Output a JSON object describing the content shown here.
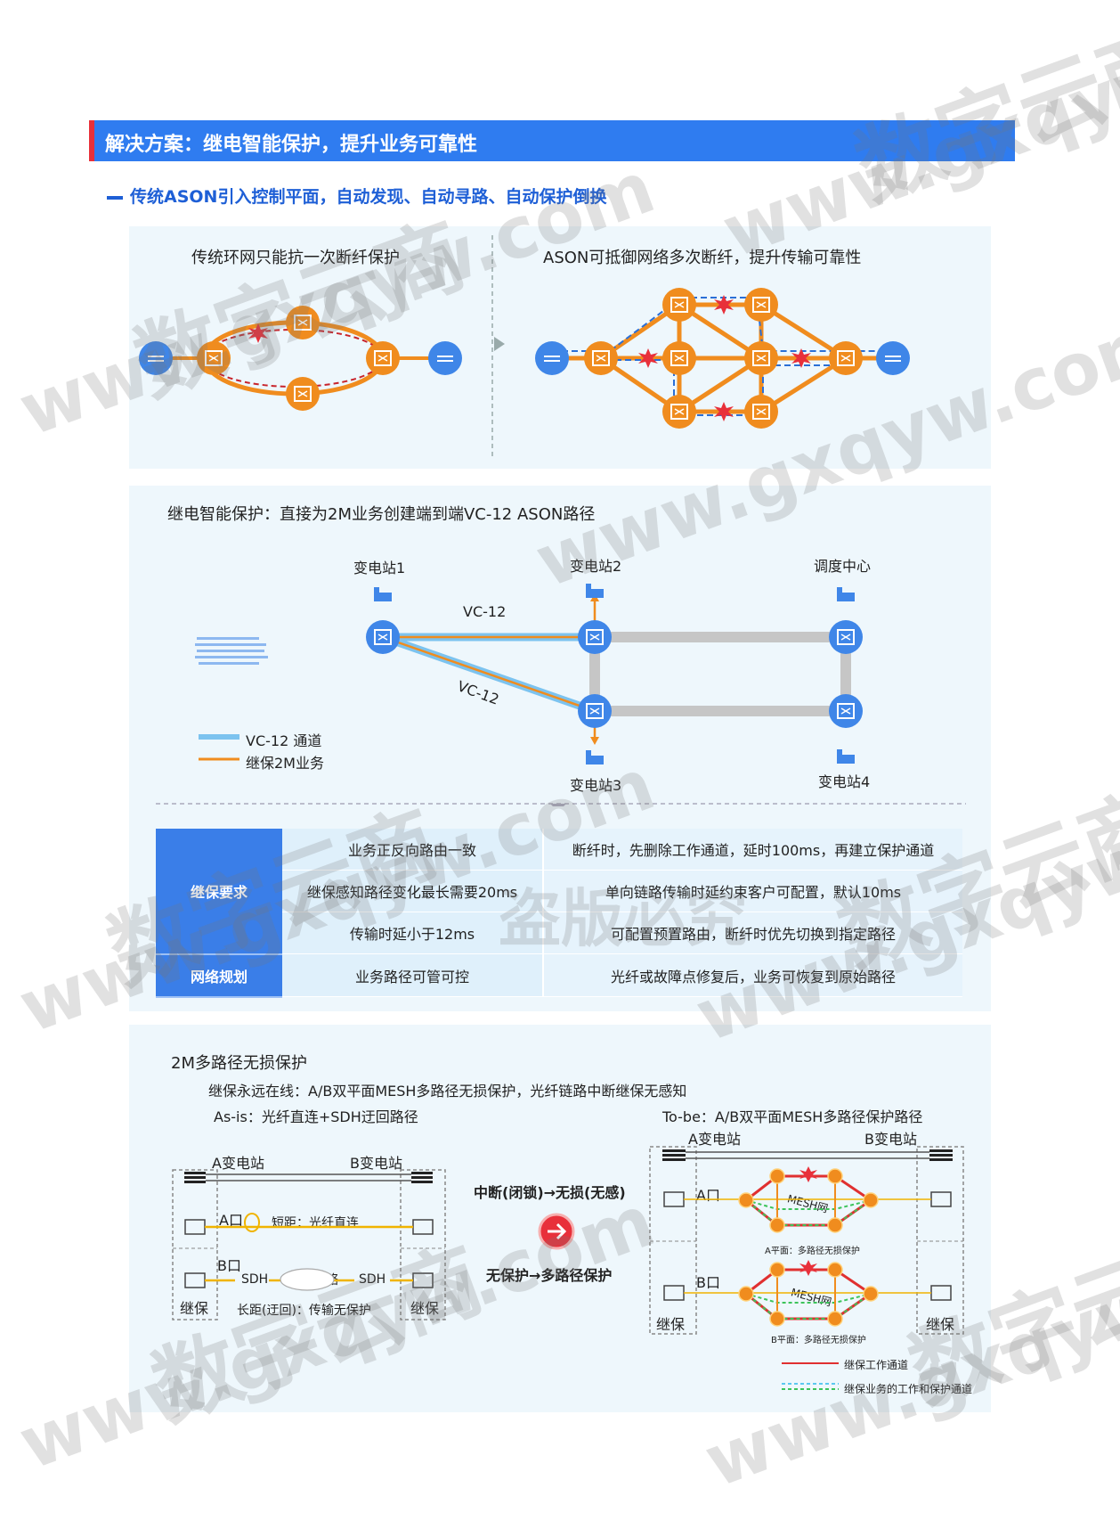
{
  "banner": {
    "title": "解决方案：继电智能保护，提升业务可靠性",
    "accent": "#e8303a",
    "color": "#2f7cf0"
  },
  "section1": {
    "subtitle": "传统ASON引入控制平面，自动发现、自动寻路、自动保护倒换",
    "left_title": "传统环网只能抗一次断纤保护",
    "right_title": "ASON可抵御网络多次断纤，提升传输可靠性"
  },
  "section2": {
    "title": "继电智能保护：直接为2M业务创建端到端VC-12 ASON路径",
    "stations": {
      "s1": "变电站1",
      "s2": "变电站2",
      "dispatch": "调度中心",
      "s3": "变电站3",
      "s4": "变电站4"
    },
    "path_label_top": "VC-12",
    "path_label_diag": "VC-12",
    "legend": {
      "channel": "VC-12 通道",
      "service": "继保2M业务"
    }
  },
  "requirements": {
    "rows": [
      {
        "header": "继保要求",
        "c1": "业务正反向路由一致",
        "c2": "断纤时，先删除工作通道，延时100ms，再建立保护通道"
      },
      {
        "header": "",
        "c1": "继保感知路径变化最长需要20ms",
        "c2": "单向链路传输时延约束客户可配置，默认10ms"
      },
      {
        "header": "",
        "c1": "传输时延小于12ms",
        "c2": "可配置预置路由，断纤时优先切换到指定路径"
      },
      {
        "header": "网络规划",
        "c1": "业务路径可管可控",
        "c2": "光纤或故障点修复后，业务可恢复到原始路径"
      }
    ]
  },
  "section3": {
    "title": "2M多路径无损保护",
    "desc": "继保永远在线：A/B双平面MESH多路径无损保护，光纤链路中断继保无感知",
    "asis": "As-is：光纤直连+SDH迂回路径",
    "tobe": "To-be：A/B双平面MESH多路径保护路径",
    "asis_diagram": {
      "a_station": "A变电站",
      "b_station": "B变电站",
      "a_port": "A口",
      "b_port": "B口",
      "short_label": "短距：光纤直连",
      "sdh_left": "SDH",
      "sdh_net": "SDH网络",
      "sdh_right": "SDH",
      "long_label": "长距(迂回)：传输无保护",
      "relay_left": "继保",
      "relay_right": "继保"
    },
    "middle": {
      "top": "中断(闭锁)→无损(无感)",
      "bottom": "无保护→多路径保护"
    },
    "tobe_diagram": {
      "a_station": "A变电站",
      "b_station": "B变电站",
      "a_port": "A口",
      "b_port": "B口",
      "mesh_a": "MESH网",
      "mesh_b": "MESH网",
      "plane_a": "A平面：多路径无损保护",
      "plane_b": "B平面：多路径无损保护",
      "relay_left": "继保",
      "relay_right": "继保",
      "legend_work": "继保工作通道",
      "legend_both": "继保业务的工作和保护通道"
    }
  },
  "watermarks": [
    "数字云商",
    "www.gxqyw.com",
    "盗版必究"
  ],
  "colors": {
    "orange": "#f08c1e",
    "blue": "#3f86e8",
    "red": "#e8303a",
    "gray": "#c6c6c6"
  }
}
